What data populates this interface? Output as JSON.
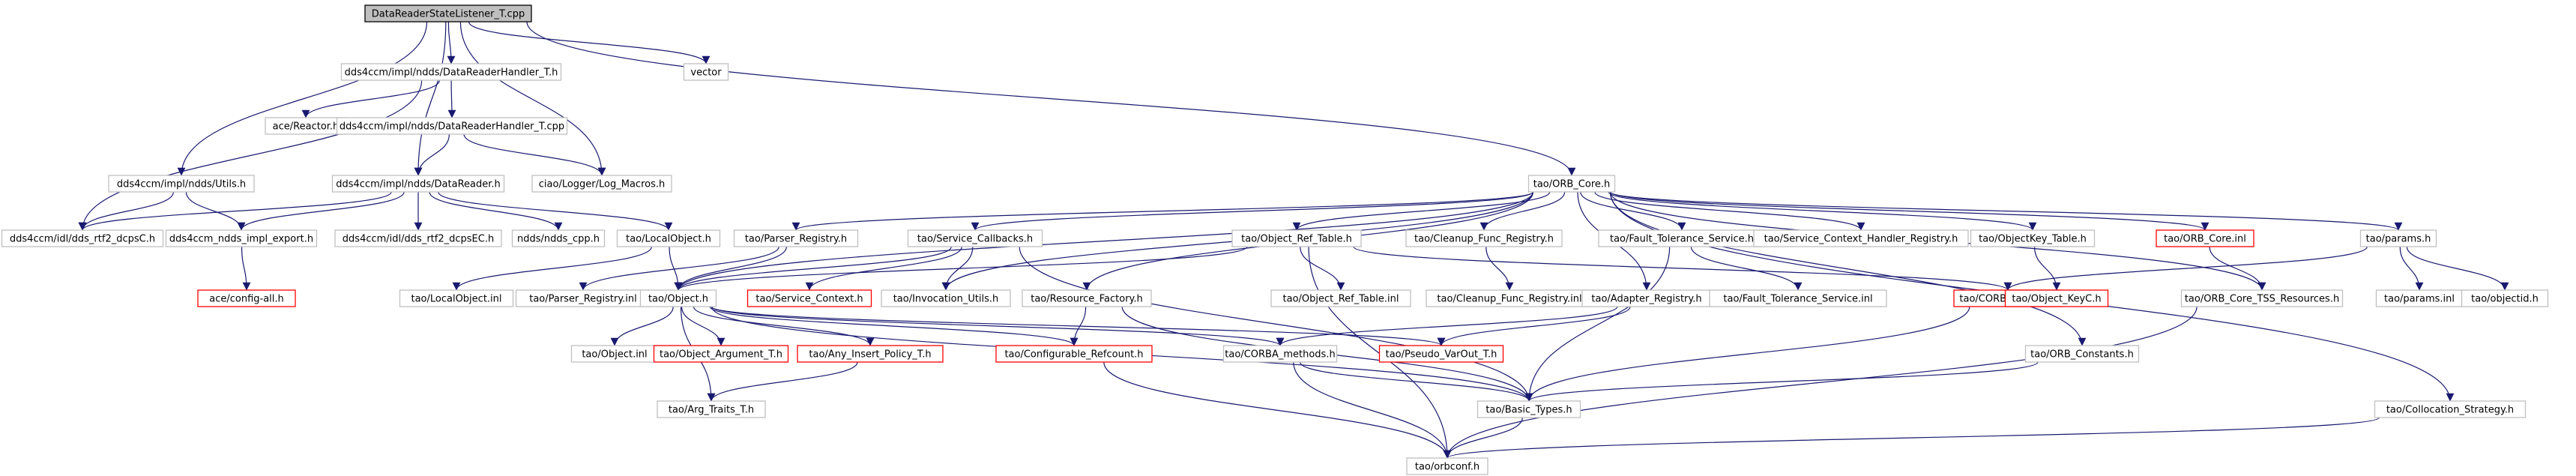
{
  "colors": {
    "edge": "#191970",
    "box_default": "#bfbfbf",
    "box_missing": "#ff0000",
    "box_root_fill": "#bfbfbf",
    "background": "#ffffff"
  },
  "nodes": [
    {
      "id": "n0",
      "label": "DataReaderStateListener_T.cpp",
      "style": "root"
    },
    {
      "id": "n1",
      "label": "dds4ccm/impl/ndds/DataReaderHandler_T.h",
      "style": "normal"
    },
    {
      "id": "n2",
      "label": "vector",
      "style": "normal"
    },
    {
      "id": "n3",
      "label": "ace/Reactor.h",
      "style": "normal"
    },
    {
      "id": "n4",
      "label": "dds4ccm/impl/ndds/DataReaderHandler_T.cpp",
      "style": "normal"
    },
    {
      "id": "n5",
      "label": "dds4ccm/impl/ndds/Utils.h",
      "style": "normal"
    },
    {
      "id": "n6",
      "label": "ciao/Logger/Log_Macros.h",
      "style": "normal"
    },
    {
      "id": "n7",
      "label": "dds4ccm/impl/ndds/DataReader.h",
      "style": "normal"
    },
    {
      "id": "n8",
      "label": "tao/ORB_Core.h",
      "style": "normal"
    },
    {
      "id": "n9",
      "label": "dds4ccm/idl/dds_rtf2_dcpsC.h",
      "style": "normal"
    },
    {
      "id": "n10",
      "label": "dds4ccm_ndds_impl_export.h",
      "style": "normal"
    },
    {
      "id": "n11",
      "label": "dds4ccm/idl/dds_rtf2_dcpsEC.h",
      "style": "normal"
    },
    {
      "id": "n12",
      "label": "ndds/ndds_cpp.h",
      "style": "normal"
    },
    {
      "id": "n13",
      "label": "tao/LocalObject.h",
      "style": "normal"
    },
    {
      "id": "n14",
      "label": "ace/config-all.h",
      "style": "missing"
    },
    {
      "id": "n15",
      "label": "tao/LocalObject.inl",
      "style": "normal"
    },
    {
      "id": "n16",
      "label": "tao/Parser_Registry.h",
      "style": "normal"
    },
    {
      "id": "n17",
      "label": "tao/Service_Callbacks.h",
      "style": "normal"
    },
    {
      "id": "n18",
      "label": "tao/Object_Ref_Table.h",
      "style": "normal"
    },
    {
      "id": "n19",
      "label": "tao/Cleanup_Func_Registry.h",
      "style": "normal"
    },
    {
      "id": "n20",
      "label": "tao/Fault_Tolerance_Service.h",
      "style": "normal"
    },
    {
      "id": "n21",
      "label": "tao/Service_Context_Handler_Registry.h",
      "style": "normal"
    },
    {
      "id": "n22",
      "label": "tao/ObjectKey_Table.h",
      "style": "normal"
    },
    {
      "id": "n23",
      "label": "tao/ORB_Core.inl",
      "style": "missing"
    },
    {
      "id": "n24",
      "label": "tao/params.h",
      "style": "normal"
    },
    {
      "id": "n25",
      "label": "tao/Parser_Registry.inl",
      "style": "normal"
    },
    {
      "id": "n26",
      "label": "tao/Object.h",
      "style": "normal"
    },
    {
      "id": "n27",
      "label": "tao/Service_Context.h",
      "style": "missing"
    },
    {
      "id": "n28",
      "label": "tao/Invocation_Utils.h",
      "style": "normal"
    },
    {
      "id": "n29",
      "label": "tao/Resource_Factory.h",
      "style": "normal"
    },
    {
      "id": "n30",
      "label": "tao/Object_Ref_Table.inl",
      "style": "normal"
    },
    {
      "id": "n31",
      "label": "tao/Cleanup_Func_Registry.inl",
      "style": "normal"
    },
    {
      "id": "n32",
      "label": "tao/Adapter_Registry.h",
      "style": "normal"
    },
    {
      "id": "n33",
      "label": "tao/Fault_Tolerance_Service.inl",
      "style": "normal"
    },
    {
      "id": "n34",
      "label": "tao/CORBA_String.h",
      "style": "missing"
    },
    {
      "id": "n35",
      "label": "tao/Object_KeyC.h",
      "style": "missing"
    },
    {
      "id": "n36",
      "label": "tao/ORB_Core_TSS_Resources.h",
      "style": "normal"
    },
    {
      "id": "n37",
      "label": "tao/params.inl",
      "style": "normal"
    },
    {
      "id": "n38",
      "label": "tao/objectid.h",
      "style": "normal"
    },
    {
      "id": "n39",
      "label": "tao/Object.inl",
      "style": "normal"
    },
    {
      "id": "n40",
      "label": "tao/Object_Argument_T.h",
      "style": "missing"
    },
    {
      "id": "n41",
      "label": "tao/Any_Insert_Policy_T.h",
      "style": "missing"
    },
    {
      "id": "n42",
      "label": "tao/Configurable_Refcount.h",
      "style": "missing"
    },
    {
      "id": "n43",
      "label": "tao/CORBA_methods.h",
      "style": "normal"
    },
    {
      "id": "n44",
      "label": "tao/Pseudo_VarOut_T.h",
      "style": "missing"
    },
    {
      "id": "n45",
      "label": "tao/ORB_Constants.h",
      "style": "normal"
    },
    {
      "id": "n46",
      "label": "tao/Arg_Traits_T.h",
      "style": "normal"
    },
    {
      "id": "n47",
      "label": "tao/Basic_Types.h",
      "style": "normal"
    },
    {
      "id": "n48",
      "label": "tao/Collocation_Strategy.h",
      "style": "normal"
    },
    {
      "id": "n49",
      "label": "tao/orbconf.h",
      "style": "normal"
    }
  ],
  "edges": [
    [
      "n0",
      "n1"
    ],
    [
      "n0",
      "n2"
    ],
    [
      "n0",
      "n5"
    ],
    [
      "n0",
      "n6"
    ],
    [
      "n0",
      "n7"
    ],
    [
      "n0",
      "n8"
    ],
    [
      "n1",
      "n3"
    ],
    [
      "n1",
      "n4"
    ],
    [
      "n1",
      "n9"
    ],
    [
      "n4",
      "n6"
    ],
    [
      "n4",
      "n7"
    ],
    [
      "n5",
      "n9"
    ],
    [
      "n5",
      "n10"
    ],
    [
      "n7",
      "n9"
    ],
    [
      "n7",
      "n10"
    ],
    [
      "n7",
      "n11"
    ],
    [
      "n7",
      "n12"
    ],
    [
      "n7",
      "n13"
    ],
    [
      "n10",
      "n14"
    ],
    [
      "n13",
      "n15"
    ],
    [
      "n13",
      "n26"
    ],
    [
      "n8",
      "n16"
    ],
    [
      "n8",
      "n17"
    ],
    [
      "n8",
      "n18"
    ],
    [
      "n8",
      "n19"
    ],
    [
      "n8",
      "n20"
    ],
    [
      "n8",
      "n21"
    ],
    [
      "n8",
      "n22"
    ],
    [
      "n8",
      "n23"
    ],
    [
      "n8",
      "n24"
    ],
    [
      "n8",
      "n26"
    ],
    [
      "n8",
      "n28"
    ],
    [
      "n8",
      "n29"
    ],
    [
      "n8",
      "n32"
    ],
    [
      "n8",
      "n36"
    ],
    [
      "n8",
      "n45"
    ],
    [
      "n8",
      "n48"
    ],
    [
      "n16",
      "n25"
    ],
    [
      "n16",
      "n26"
    ],
    [
      "n17",
      "n26"
    ],
    [
      "n17",
      "n27"
    ],
    [
      "n17",
      "n28"
    ],
    [
      "n17",
      "n47"
    ],
    [
      "n18",
      "n26"
    ],
    [
      "n18",
      "n30"
    ],
    [
      "n18",
      "n34"
    ],
    [
      "n18",
      "n49"
    ],
    [
      "n19",
      "n31"
    ],
    [
      "n20",
      "n33"
    ],
    [
      "n20",
      "n47"
    ],
    [
      "n22",
      "n35"
    ],
    [
      "n23",
      "n36"
    ],
    [
      "n24",
      "n34"
    ],
    [
      "n24",
      "n37"
    ],
    [
      "n24",
      "n38"
    ],
    [
      "n26",
      "n39"
    ],
    [
      "n26",
      "n40"
    ],
    [
      "n26",
      "n41"
    ],
    [
      "n26",
      "n42"
    ],
    [
      "n26",
      "n43"
    ],
    [
      "n26",
      "n44"
    ],
    [
      "n26",
      "n46"
    ],
    [
      "n26",
      "n47"
    ],
    [
      "n29",
      "n42"
    ],
    [
      "n29",
      "n47"
    ],
    [
      "n32",
      "n43"
    ],
    [
      "n32",
      "n44"
    ],
    [
      "n34",
      "n47"
    ],
    [
      "n36",
      "n49"
    ],
    [
      "n41",
      "n46"
    ],
    [
      "n42",
      "n49"
    ],
    [
      "n43",
      "n47"
    ],
    [
      "n43",
      "n49"
    ],
    [
      "n45",
      "n47"
    ],
    [
      "n47",
      "n49"
    ],
    [
      "n48",
      "n49"
    ]
  ]
}
